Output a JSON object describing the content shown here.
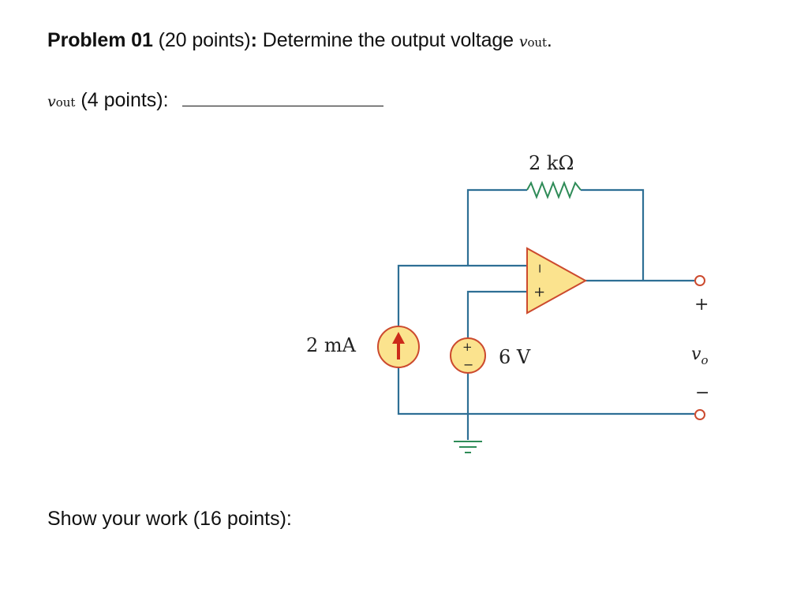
{
  "problem": {
    "title": "Problem 01",
    "points": "(20 points)",
    "colon": ":",
    "statement": "Determine the output voltage",
    "var_main": "v",
    "var_sub": "out",
    "period": "."
  },
  "answer": {
    "var_main": "v",
    "var_sub": "out",
    "points": "(4 points):"
  },
  "work": {
    "label": "Show your work (16 points):"
  },
  "circuit": {
    "resistor_label": "2 kΩ",
    "current_source_label": "2 mA",
    "voltage_source_label": "6 V",
    "output_var": "v",
    "output_sub": "o",
    "plus_sign": "+",
    "minus_sign": "−",
    "opamp_minus": "−",
    "opamp_plus": "+",
    "colors": {
      "wire": "#2e6f95",
      "component_fill": "#fbe38e",
      "component_stroke": "#cc4a2e",
      "ground": "#2e8b57",
      "arrow": "#cc2a1a"
    }
  }
}
